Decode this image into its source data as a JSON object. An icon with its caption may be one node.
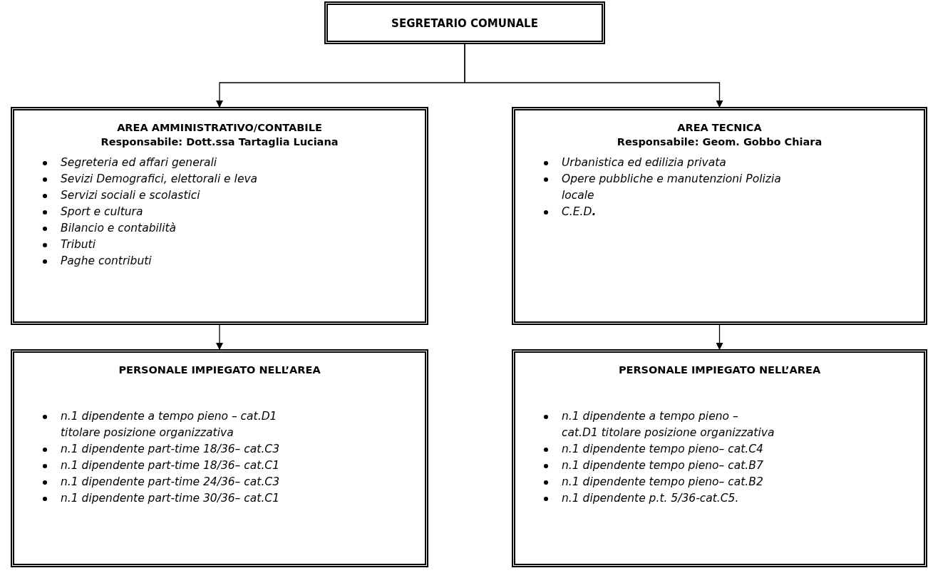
{
  "diagram": {
    "nodes": [
      {
        "text": [
          "SEGRETARIO COMUNALE"
        ]
      },
      {
        "text": [
          "AREA AMMINISTRATIVO/CONTABILE",
          "Responsabile: Dott.ssa Tartaglia Luciana",
          "Segreteria ed affari generali",
          "Sevizi Demografici, elettorali e leva",
          "Servizi sociali e scolastici",
          "Sport e cultura",
          "Bilancio e contabilità",
          "Tributi",
          "Paghe contributi"
        ]
      },
      {
        "text": [
          "AREA TECNICA",
          "Responsabile: Geom. Gobbo Chiara",
          "Urbanistica ed edilizia privata",
          "Opere pubbliche e manutenzioni Polizia locale",
          "C.E.D**.**"
        ]
      },
      {
        "text": [
          "PERSONALE IMPIEGATO NELL’AREA",
          "n.1 dipendente a tempo pieno – cat.D1 titolare posizione organizzativa",
          "n.1 dipendente part-time 18/36– cat.C3",
          "n.1 dipendente part-time 18/36– cat.C1",
          "n.1 dipendente part-time 24/36– cat.C3",
          "n.1 dipendente part-time 30/36– cat.C1"
        ]
      },
      {
        "text": [
          "PERSONALE IMPIEGATO NELL’AREA",
          "n.1 dipendente a tempo pieno – cat.D1 titolare posizione organizzativa",
          "n.1 dipendente tempo pieno– cat.C4",
          "n.1 dipendente tempo pieno– cat.B7",
          "n.1 dipendente tempo pieno– cat.B2",
          "n.1 dipendente p.t. 5/36-cat.C5."
        ]
      }
    ],
    "edges": [
      {
        "from": 0,
        "to": 1,
        "arrow": "to"
      },
      {
        "from": 0,
        "to": 2,
        "arrow": "to"
      },
      {
        "from": 1,
        "to": 3,
        "arrow": "to"
      },
      {
        "from": 2,
        "to": 4,
        "arrow": "to"
      }
    ]
  }
}
